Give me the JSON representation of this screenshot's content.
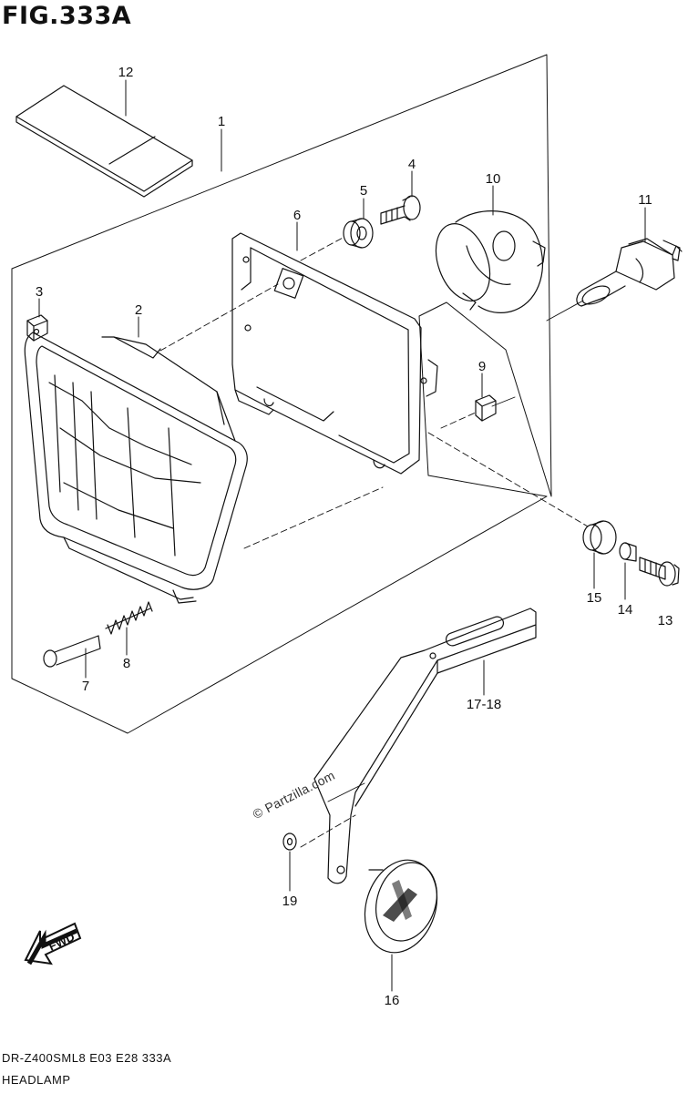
{
  "figure": {
    "title": "FIG.333A",
    "code": "DR-Z400SML8  E03  E28  333A",
    "name": "HEADLAMP",
    "watermark": "© Partzilla.com",
    "fwd_label": "FWD"
  },
  "callouts": {
    "c1": "1",
    "c2": "2",
    "c3": "3",
    "c4": "4",
    "c5": "5",
    "c6": "6",
    "c7": "7",
    "c8": "8",
    "c9": "9",
    "c10": "10",
    "c11": "11",
    "c12": "12",
    "c13": "13",
    "c14": "14",
    "c15": "15",
    "c16": "16",
    "c17_18": "17-18",
    "c19": "19"
  }
}
